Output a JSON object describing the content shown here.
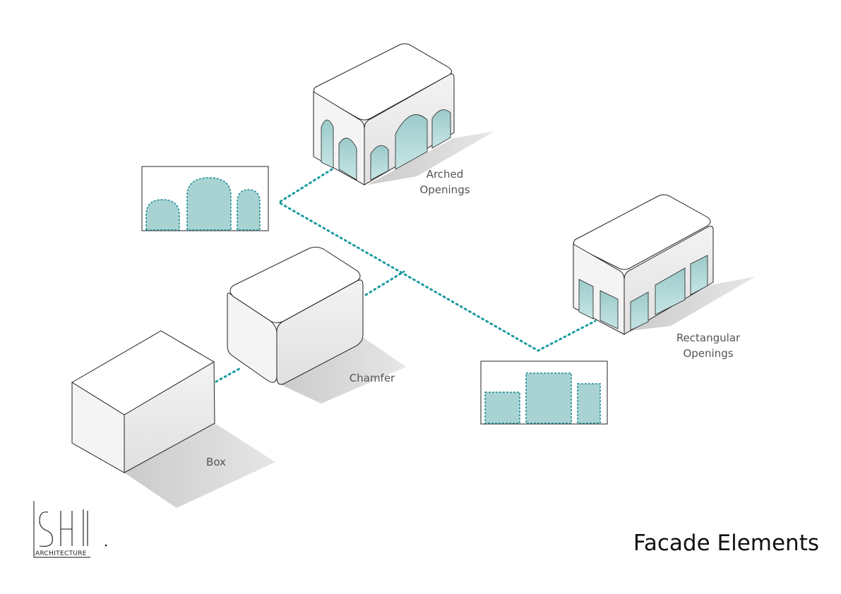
{
  "title": "Facade Elements",
  "labels": {
    "arched_line1": "Arched",
    "arched_line2": "Openings",
    "rect_line1": "Rectangular",
    "rect_line2": "Openings",
    "chamfer": "Chamfer",
    "box": "Box"
  },
  "logo": {
    "letters": "SHI.",
    "subtitle": "ARCHITECTURE"
  },
  "colors": {
    "glass": "#a9d3d3",
    "dotted_line": "#1a9aa0",
    "shadow": "#c9c9c9",
    "face_light": "#ffffff",
    "face_mid": "#f1f1f1",
    "face_dark": "#e3e3e3"
  }
}
